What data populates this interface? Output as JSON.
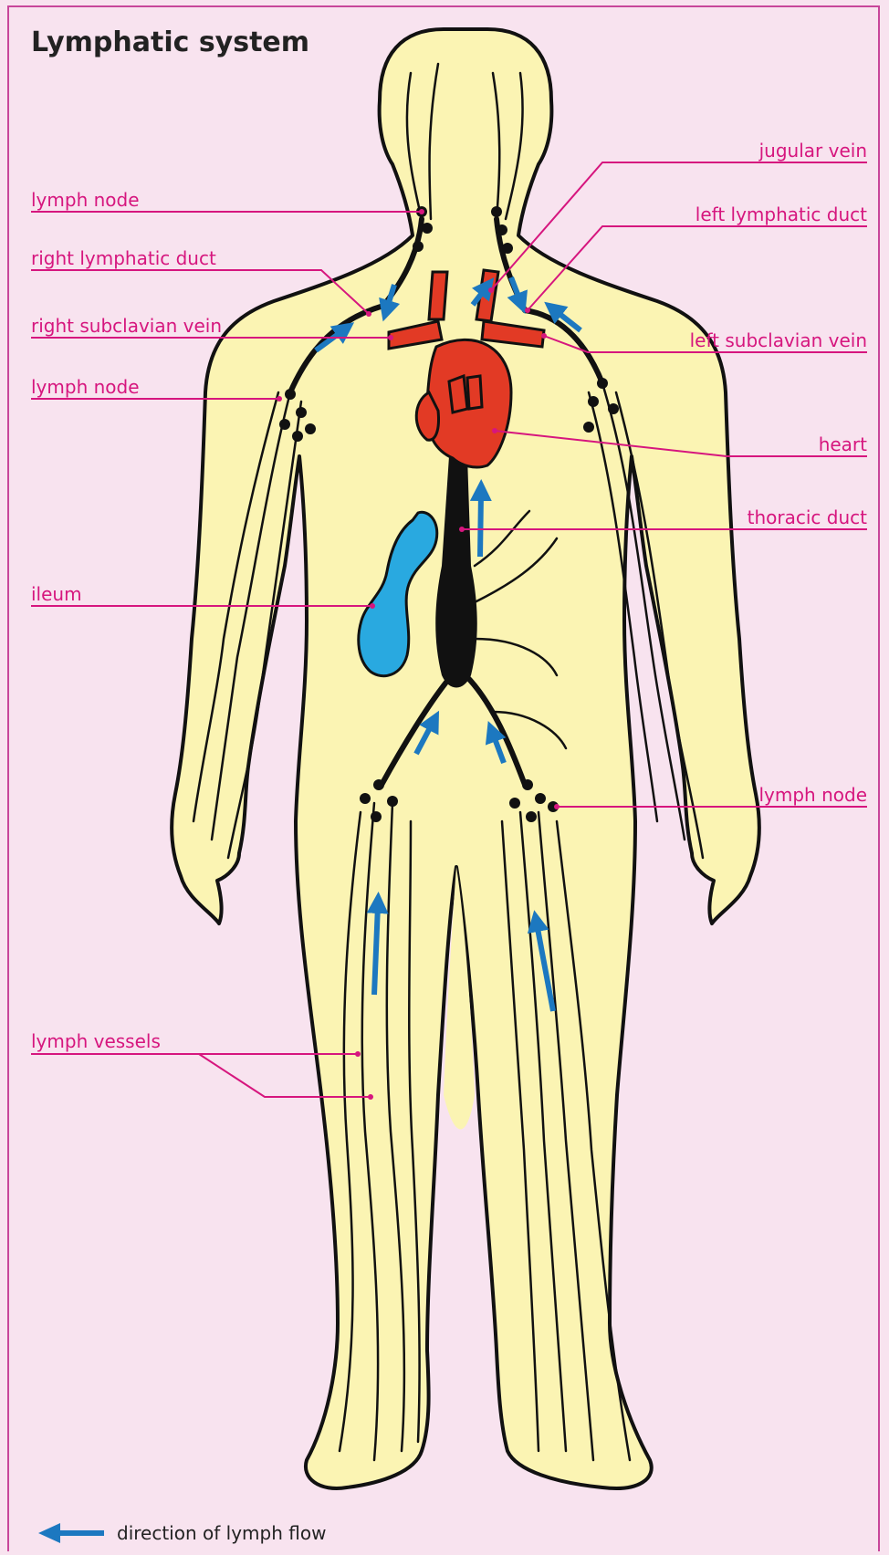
{
  "title": "Lymphatic system",
  "labels": {
    "lymph_node_neck": "lymph node",
    "right_lymphatic_duct": "right lymphatic duct",
    "right_subclavian_vein": "right subclavian vein",
    "lymph_node_armpit": "lymph node",
    "ileum": "ileum",
    "lymph_vessels": "lymph vessels",
    "jugular_vein": "jugular vein",
    "left_lymphatic_duct": "left lymphatic duct",
    "left_subclavian_vein": "left subclavian vein",
    "heart": "heart",
    "thoracic_duct": "thoracic duct",
    "lymph_node_groin": "lymph node"
  },
  "legend": {
    "text": "direction of lymph flow",
    "icon": "left-arrow-icon"
  },
  "colors": {
    "background": "#f8e3ef",
    "label": "#d6167e",
    "body": "#fbf4b3",
    "heart_veins": "#e23a25",
    "ileum": "#29a9e0",
    "flow_arrow": "#1c78c0"
  }
}
